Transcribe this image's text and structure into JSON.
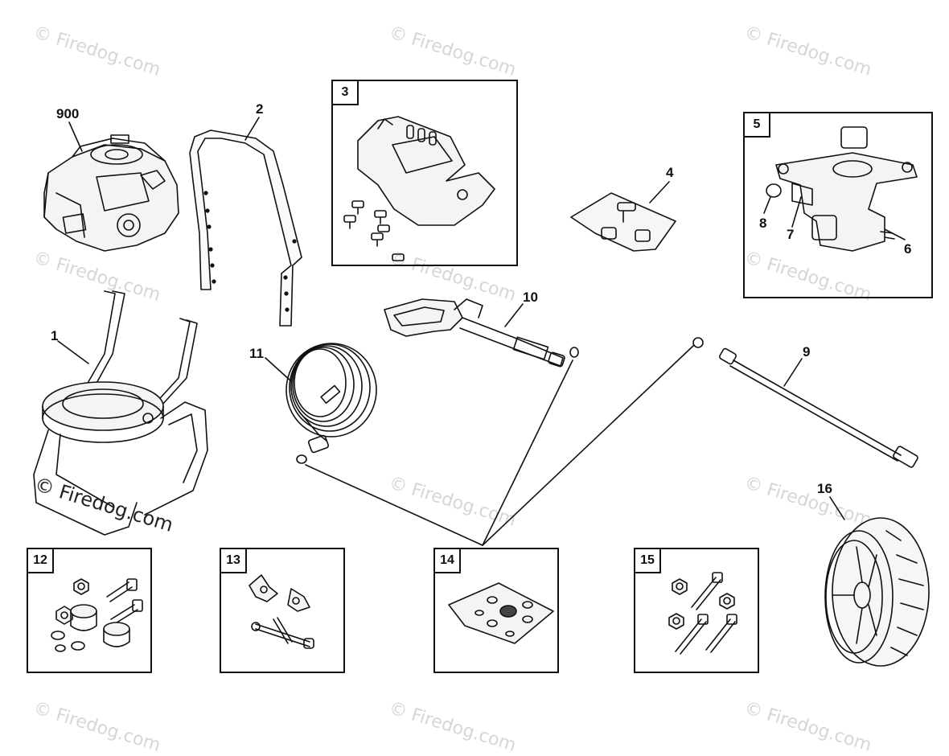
{
  "watermark_text": "© Firedog.com",
  "callouts": {
    "engine": "900",
    "frame": "1",
    "handle": "2",
    "guard_kit": "3",
    "hardware_bag": "4",
    "pump": "5",
    "pump_part_6": "6",
    "pump_part_7": "7",
    "pump_part_8": "8",
    "wand": "9",
    "gun": "10",
    "hose": "11",
    "kit_12": "12",
    "kit_13": "13",
    "kit_14": "14",
    "kit_15": "15",
    "wheel": "16"
  }
}
